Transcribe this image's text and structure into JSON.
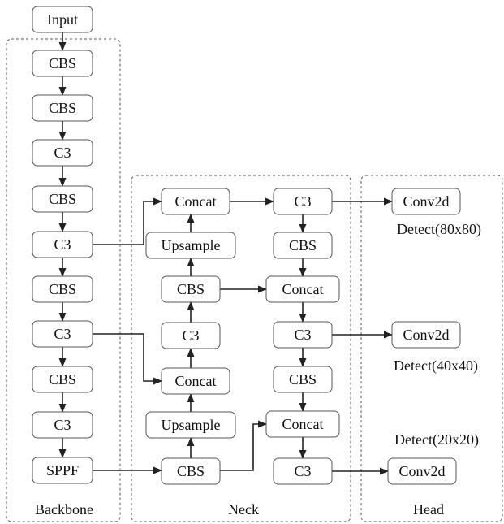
{
  "sections": {
    "backbone": "Backbone",
    "neck": "Neck",
    "head": "Head"
  },
  "nodes": {
    "input": "Input",
    "b_cbs1": "CBS",
    "b_cbs2": "CBS",
    "b_c3_1": "C3",
    "b_cbs3": "CBS",
    "b_c3_2": "C3",
    "b_cbs4": "CBS",
    "b_c3_3": "C3",
    "b_cbs5": "CBS",
    "b_c3_4": "C3",
    "b_sppf": "SPPF",
    "n_concat1": "Concat",
    "n_upsample1": "Upsample",
    "n_cbs1": "CBS",
    "n_c3_1": "C3",
    "n_concat2": "Concat",
    "n_upsample2": "Upsample",
    "n_cbs2": "CBS",
    "n_c3_out1": "C3",
    "n_cbs3": "CBS",
    "n_concat3": "Concat",
    "n_c3_out2": "C3",
    "n_cbs4": "CBS",
    "n_concat4": "Concat",
    "n_c3_out3": "C3",
    "h_conv1": "Conv2d",
    "h_conv2": "Conv2d",
    "h_conv3": "Conv2d"
  },
  "detect_labels": {
    "d80": "Detect(80x80)",
    "d40": "Detect(40x40)",
    "d20": "Detect(20x20)"
  }
}
